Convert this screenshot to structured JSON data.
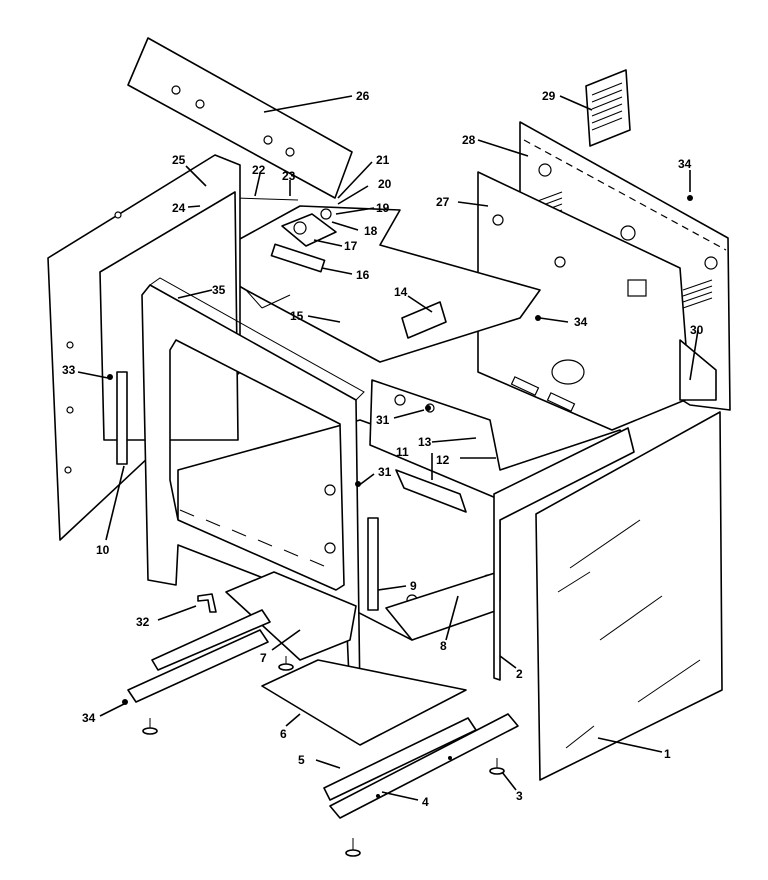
{
  "diagram": {
    "type": "exploded-parts-view",
    "callouts": [
      {
        "id": "c1",
        "label": "1"
      },
      {
        "id": "c2",
        "label": "2"
      },
      {
        "id": "c3",
        "label": "3"
      },
      {
        "id": "c4",
        "label": "4"
      },
      {
        "id": "c5",
        "label": "5"
      },
      {
        "id": "c6",
        "label": "6"
      },
      {
        "id": "c7",
        "label": "7"
      },
      {
        "id": "c8",
        "label": "8"
      },
      {
        "id": "c9",
        "label": "9"
      },
      {
        "id": "c10",
        "label": "10"
      },
      {
        "id": "c11",
        "label": "11"
      },
      {
        "id": "c12",
        "label": "12"
      },
      {
        "id": "c13",
        "label": "13"
      },
      {
        "id": "c14",
        "label": "14"
      },
      {
        "id": "c15",
        "label": "15"
      },
      {
        "id": "c16",
        "label": "16"
      },
      {
        "id": "c17",
        "label": "17"
      },
      {
        "id": "c18",
        "label": "18"
      },
      {
        "id": "c19",
        "label": "19"
      },
      {
        "id": "c20",
        "label": "20"
      },
      {
        "id": "c21",
        "label": "21"
      },
      {
        "id": "c22",
        "label": "22"
      },
      {
        "id": "c23",
        "label": "23"
      },
      {
        "id": "c24",
        "label": "24"
      },
      {
        "id": "c25",
        "label": "25"
      },
      {
        "id": "c26",
        "label": "26"
      },
      {
        "id": "c27",
        "label": "27"
      },
      {
        "id": "c28",
        "label": "28"
      },
      {
        "id": "c29",
        "label": "29"
      },
      {
        "id": "c30",
        "label": "30"
      },
      {
        "id": "c31a",
        "label": "31"
      },
      {
        "id": "c31b",
        "label": "31"
      },
      {
        "id": "c32",
        "label": "32"
      },
      {
        "id": "c33",
        "label": "33"
      },
      {
        "id": "c34a",
        "label": "34"
      },
      {
        "id": "c34b",
        "label": "34"
      },
      {
        "id": "c34c",
        "label": "34"
      },
      {
        "id": "c35",
        "label": "35"
      }
    ]
  }
}
